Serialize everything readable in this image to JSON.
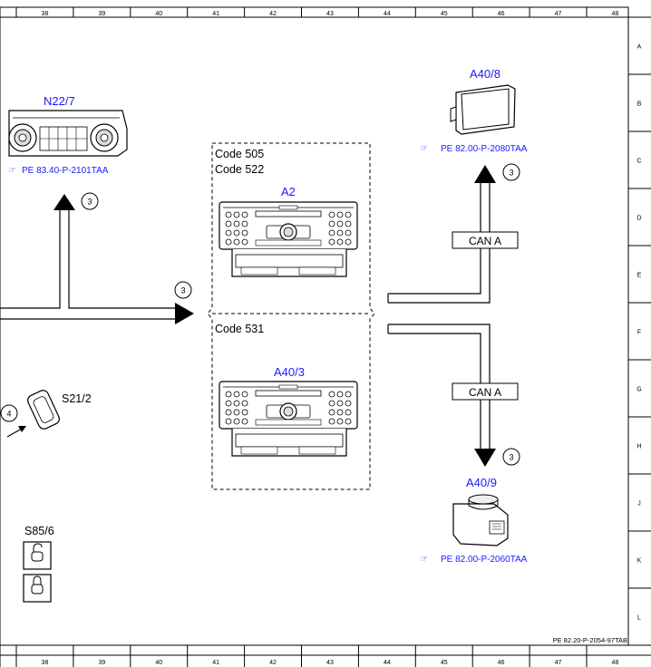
{
  "ruler": {
    "columns": [
      "38",
      "39",
      "40",
      "41",
      "42",
      "43",
      "44",
      "45",
      "46",
      "47",
      "48"
    ],
    "rows": [
      "A",
      "B",
      "C",
      "D",
      "E",
      "F",
      "G",
      "H",
      "J",
      "K",
      "L"
    ]
  },
  "components": {
    "n22_7": {
      "label": "N22/7",
      "ref": "PE 83.40-P-2101TAA"
    },
    "a2": {
      "label": "A2"
    },
    "a40_3": {
      "label": "A40/3"
    },
    "a40_8": {
      "label": "A40/8",
      "ref": "PE 82.00-P-2080TAA"
    },
    "a40_9": {
      "label": "A40/9",
      "ref": "PE 82.00-P-2060TAA"
    },
    "s21_2": {
      "label": "S21/2"
    },
    "s85_6": {
      "label": "S85/6"
    }
  },
  "codes": {
    "upper_line1": "Code 505",
    "upper_line2": "Code 522",
    "lower_line1": "Code 531"
  },
  "bus": {
    "upper": "CAN A",
    "lower": "CAN A"
  },
  "callouts": {
    "n22_7": "3",
    "main_input": "3",
    "a40_8": "3",
    "a40_9": "3",
    "s21_2": "4"
  },
  "footer": {
    "doc_id": "PE 82.20-P-2054-97TAB"
  }
}
